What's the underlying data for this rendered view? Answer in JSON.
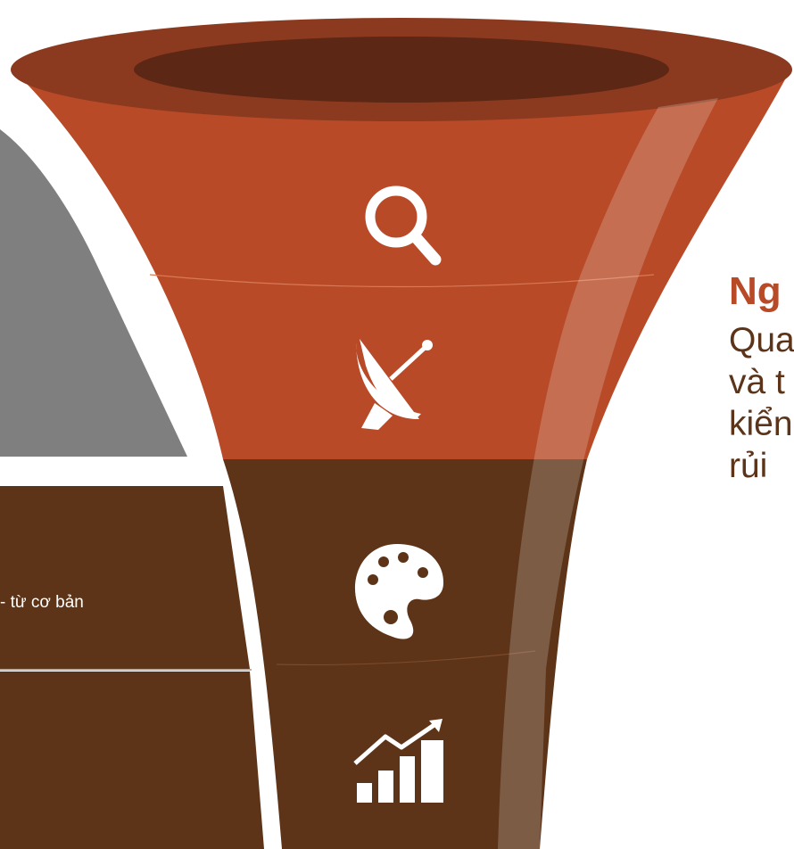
{
  "left_panel": {
    "text_fragment": "- từ cơ bản"
  },
  "funnel": {
    "colors": {
      "rim_outer": "#8b3a1f",
      "rim_inner": "#5c2714",
      "upper_body": "#b84a27",
      "lower_body": "#5d3418",
      "shine": "#ffffff"
    },
    "icons": [
      "search-icon",
      "satellite-dish-icon",
      "palette-icon",
      "growth-chart-icon"
    ]
  },
  "right_text": {
    "title": "Ng",
    "lines": [
      "Qua",
      "và t",
      "kiển",
      "rủi"
    ]
  },
  "colors": {
    "gray_panel": "#7f7f7f",
    "brown_panel": "#5d3418",
    "title_accent": "#b84a27",
    "body_text": "#5b3419"
  }
}
